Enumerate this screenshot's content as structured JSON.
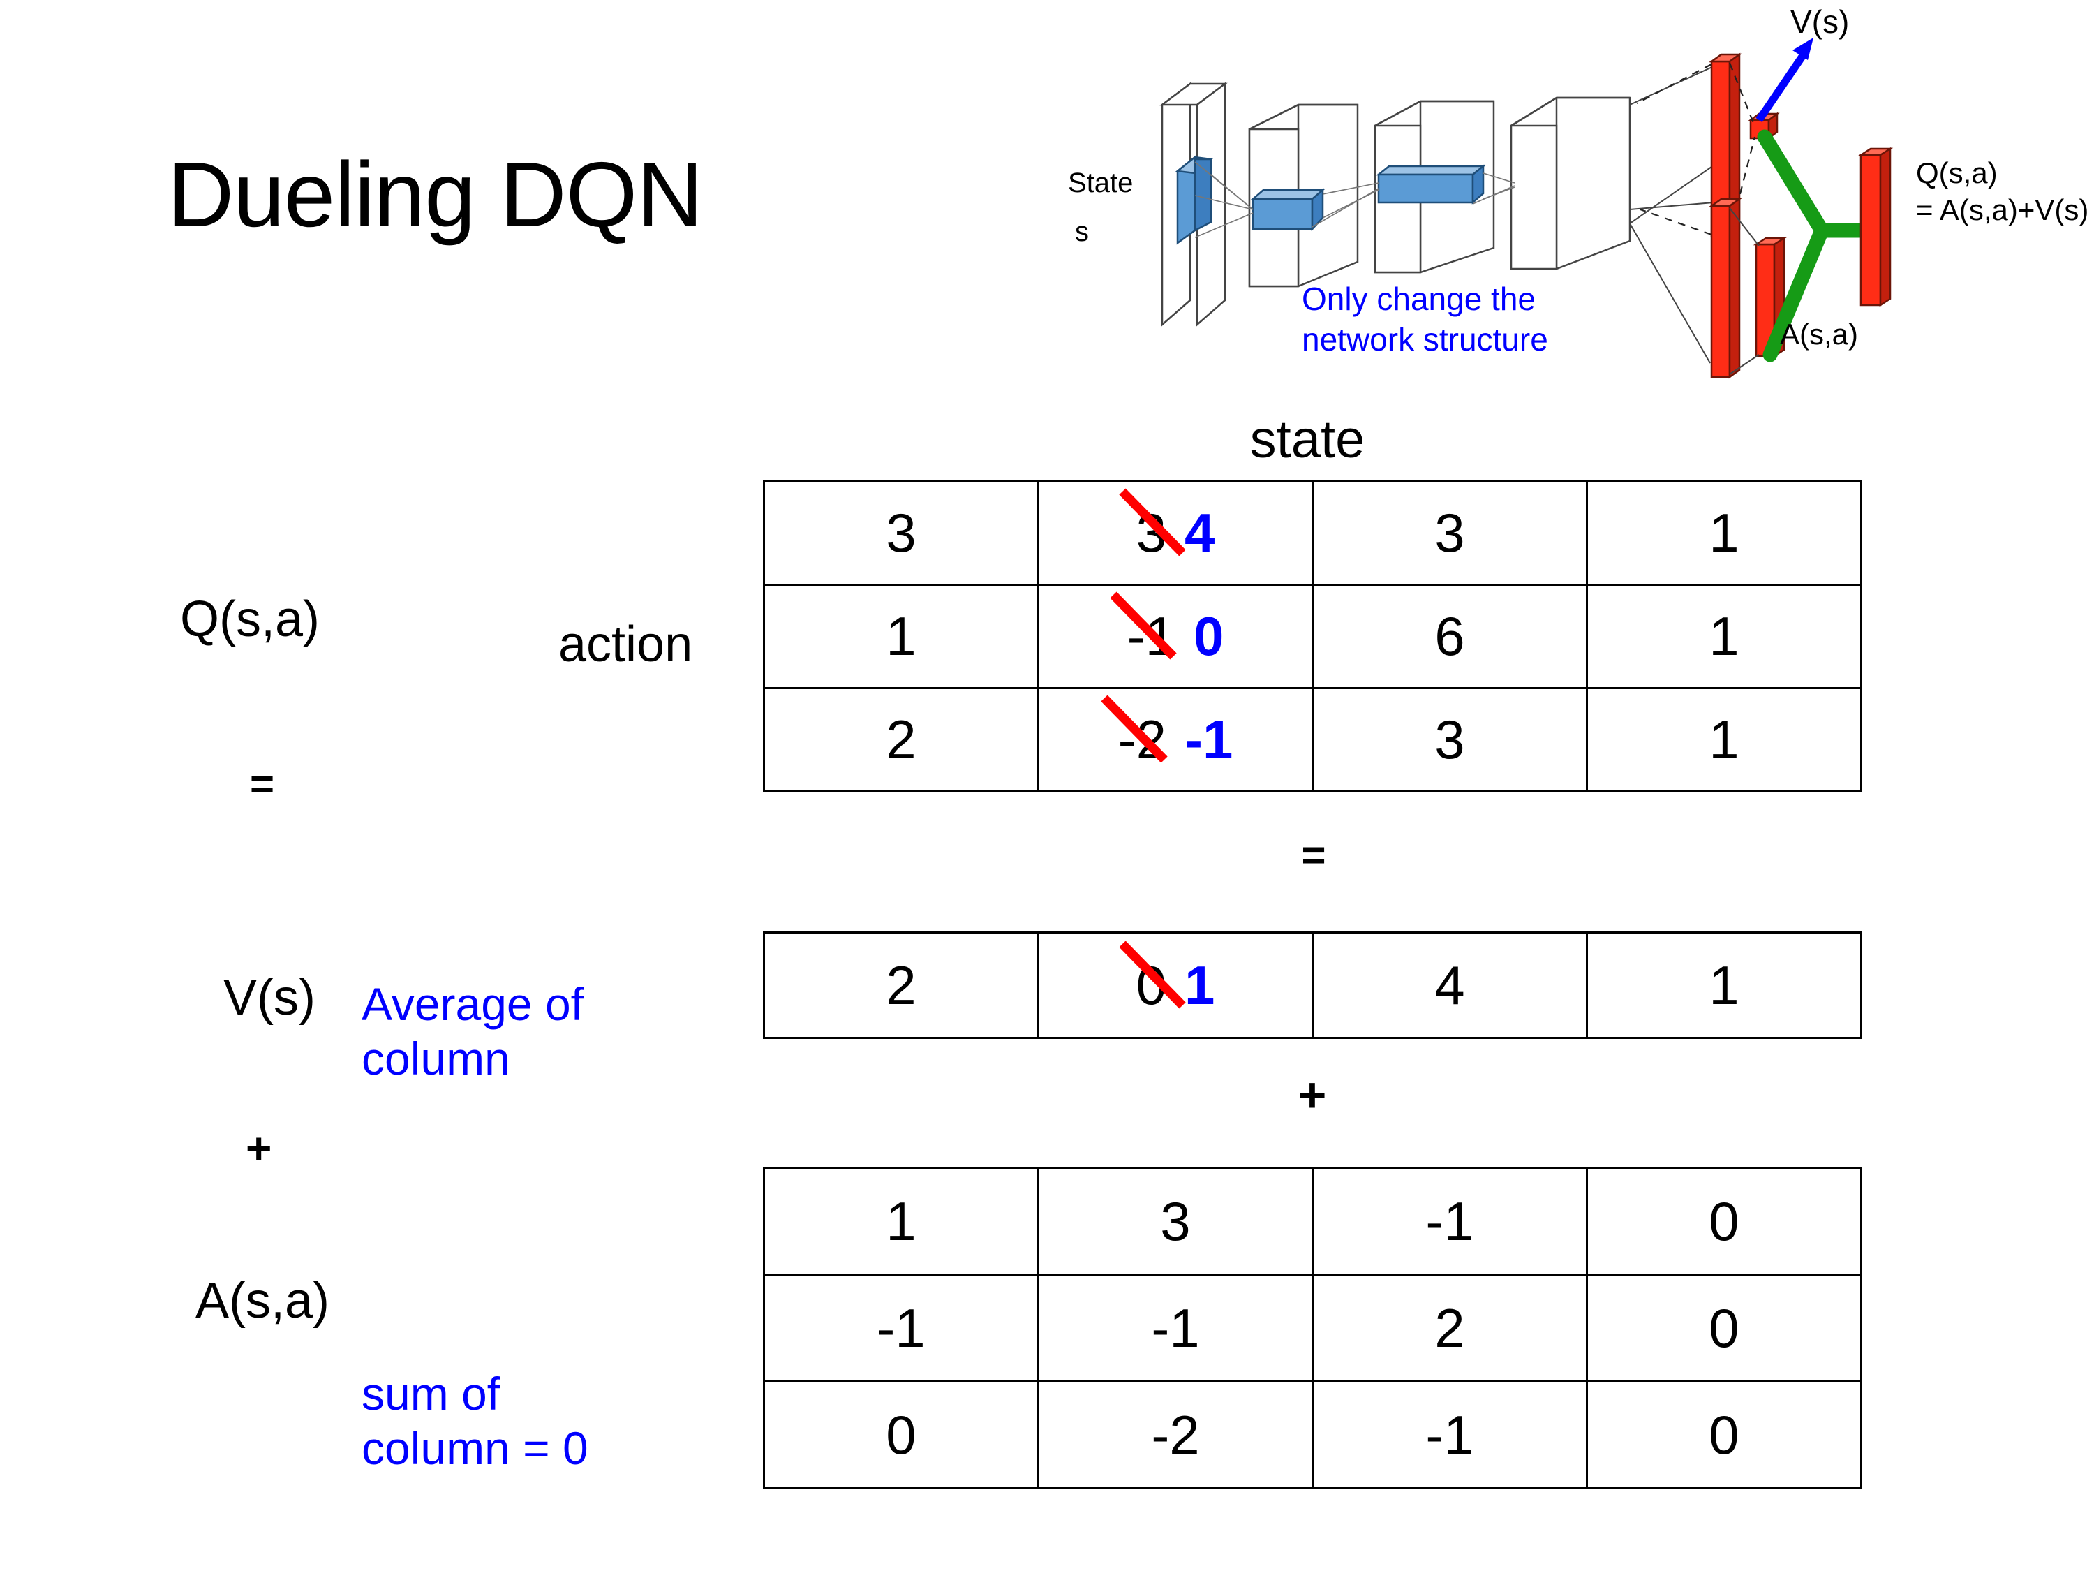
{
  "slide": {
    "title": "Dueling DQN",
    "background": "#ffffff",
    "accent_blue": "#0000ff",
    "strike_red": "#ff0000"
  },
  "labels": {
    "q_label": "Q(s,a)",
    "equals_1": "=",
    "v_label": "V(s)",
    "plus_1": "+",
    "a_label": "A(s,a)",
    "action_label": "action",
    "state_label": "state",
    "note_average": "Average of\ncolumn",
    "note_sum": "sum of\ncolumn = 0",
    "op_equals": "=",
    "op_plus": "+"
  },
  "q_table": {
    "name": "Q(s,a) table",
    "columns": 4,
    "rows": [
      [
        {
          "value": "3"
        },
        {
          "value": "3",
          "struck": true,
          "replacement": "4"
        },
        {
          "value": "3"
        },
        {
          "value": "1"
        }
      ],
      [
        {
          "value": "1"
        },
        {
          "value": "-1",
          "struck": true,
          "replacement": "0"
        },
        {
          "value": "6"
        },
        {
          "value": "1"
        }
      ],
      [
        {
          "value": "2"
        },
        {
          "value": "-2",
          "struck": true,
          "replacement": "-1"
        },
        {
          "value": "3"
        },
        {
          "value": "1"
        }
      ]
    ]
  },
  "v_table": {
    "name": "V(s) table",
    "columns": 4,
    "rows": [
      [
        {
          "value": "2"
        },
        {
          "value": "0",
          "struck": true,
          "replacement": "1"
        },
        {
          "value": "4"
        },
        {
          "value": "1"
        }
      ]
    ]
  },
  "a_table": {
    "name": "A(s,a) table",
    "columns": 4,
    "rows": [
      [
        {
          "value": "1"
        },
        {
          "value": "3"
        },
        {
          "value": "-1"
        },
        {
          "value": "0"
        }
      ],
      [
        {
          "value": "-1"
        },
        {
          "value": "-1"
        },
        {
          "value": "2"
        },
        {
          "value": "0"
        }
      ],
      [
        {
          "value": "0"
        },
        {
          "value": "-2"
        },
        {
          "value": "-1"
        },
        {
          "value": "0"
        }
      ]
    ]
  },
  "diagram": {
    "state_label": "State",
    "state_sub": "s",
    "value_output": "V(s)",
    "q_output": "Q(s,a)\n= A(s,a)+V(s)",
    "advantage_output": "A(s,a)",
    "note": "Only change the\nnetwork structure",
    "colors": {
      "input_plane": "#ffffff",
      "filter_blue": "#5b9bd5",
      "layer_red": "#ff2d16",
      "merge_green": "#169b16",
      "arrow_blue": "#0000ff"
    }
  }
}
